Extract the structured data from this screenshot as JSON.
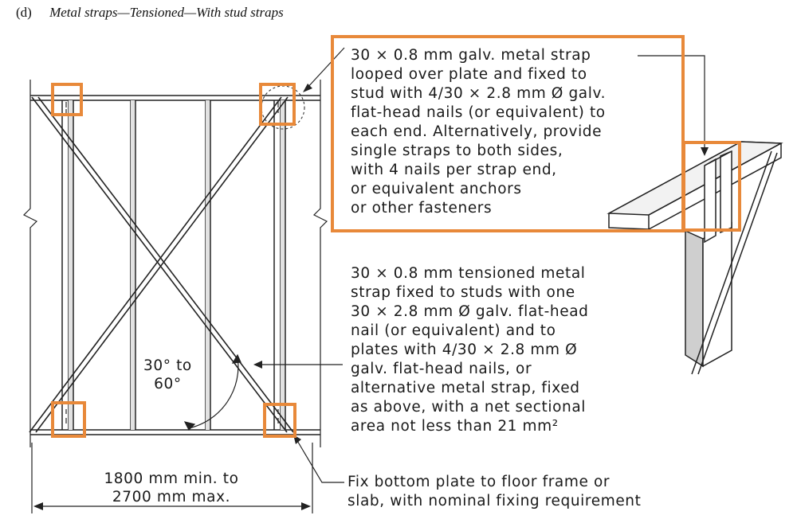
{
  "heading": {
    "tag": "(d)",
    "title": "Metal straps—Tensioned—With stud straps"
  },
  "notes": {
    "looped_strap": [
      "30 × 0.8 mm galv. metal strap",
      "looped over plate and fixed to",
      "stud with 4/30 × 2.8 mm Ø galv.",
      "flat-head nails (or equivalent) to",
      "each end. Alternatively, provide",
      "single straps to both sides,",
      "with 4 nails per strap end,",
      "or equivalent anchors",
      "or other fasteners"
    ],
    "tensioned_strap": [
      "30 × 0.8 mm tensioned metal",
      "strap fixed to studs with one",
      "30 × 2.8 mm Ø galv. flat-head",
      "nail (or equivalent) and to",
      "plates with 4/30 × 2.8 mm Ø",
      "galv. flat-head nails, or",
      "alternative metal strap, fixed",
      "as above, with a net sectional",
      "area not less than 21 mm²"
    ],
    "bottom_plate": [
      "Fix bottom plate to floor frame or",
      "slab, with nominal fixing requirement"
    ],
    "angle": [
      "30° to",
      "60°"
    ],
    "span": [
      "1800 mm min. to",
      "2700 mm max."
    ]
  },
  "colors": {
    "highlight": "#e8893a",
    "line": "#222222",
    "stud_shadow": "#d9d9d9"
  }
}
